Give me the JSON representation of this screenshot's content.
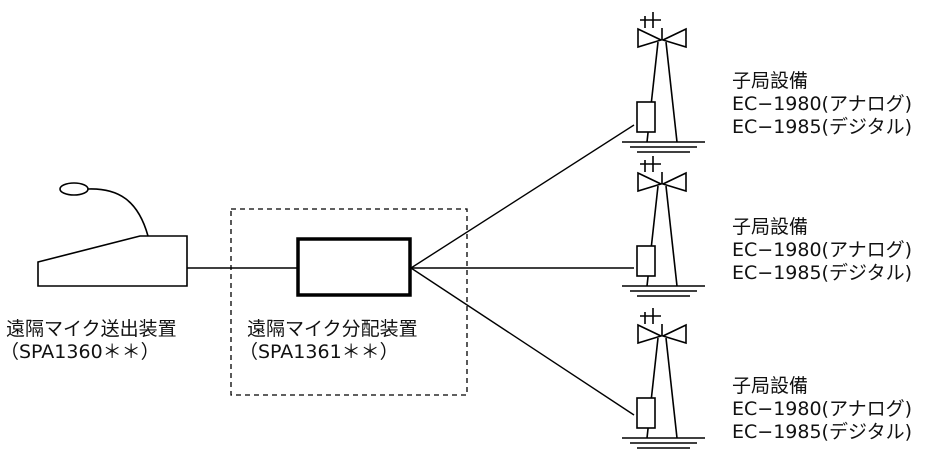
{
  "transmitter": {
    "name": "遠隔マイク送出装置",
    "model": "（SPA1360＊＊）"
  },
  "distributor": {
    "name": "遠隔マイク分配装置",
    "model": "（SPA1361＊＊）"
  },
  "stations": [
    {
      "title": "子局設備",
      "line1": "EC−1980(アナログ)",
      "line2": "EC−1985(デジタル)"
    },
    {
      "title": "子局設備",
      "line1": "EC−1980(アナログ)",
      "line2": "EC−1985(デジタル)"
    },
    {
      "title": "子局設備",
      "line1": "EC−1980(アナログ)",
      "line2": "EC−1985(デジタル)"
    }
  ]
}
